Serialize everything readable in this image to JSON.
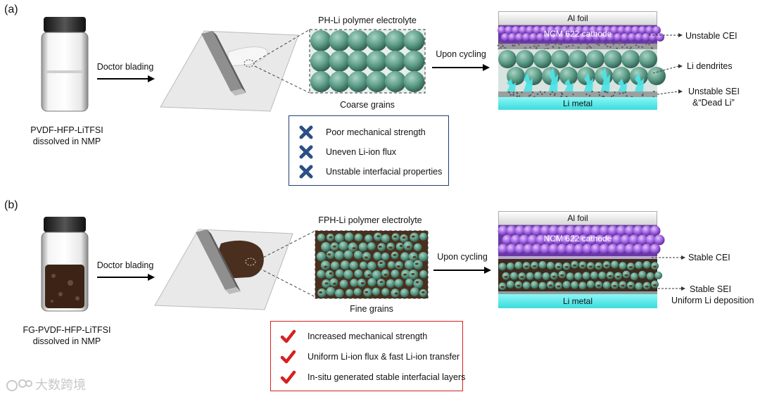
{
  "panel_a": {
    "label": "(a)",
    "jar_caption_1": "PVDF-HFP-LiTFSI",
    "jar_caption_2": "dissolved in NMP",
    "arrow_doctor": "Doctor blading",
    "electrolyte_title": "PH-Li polymer electrolyte",
    "grains": "Coarse grains",
    "arrow_cycling": "Upon cycling",
    "al_foil": "Al foil",
    "cathode": "NCM 622 cathode",
    "li_metal": "Li metal",
    "callout_1": "Unstable CEI",
    "callout_2": "Li dendrites",
    "callout_3a": "Unstable SEI",
    "callout_3b": "&“Dead Li”",
    "features": [
      "Poor mechanical strength",
      "Uneven Li-ion flux",
      "Unstable interfacial properties"
    ],
    "feature_icon": "x-cross-icon",
    "box_color": "#1f3f73"
  },
  "panel_b": {
    "label": "(b)",
    "jar_caption_1": "FG-PVDF-HFP-LiTFSI",
    "jar_caption_2": "dissolved in NMP",
    "arrow_doctor": "Doctor blading",
    "electrolyte_title": "FPH-Li polymer electrolyte",
    "grains": "Fine grains",
    "arrow_cycling": "Upon cycling",
    "al_foil": "Al foil",
    "cathode": "NCM 622 cathode",
    "li_metal": "Li metal",
    "callout_1": "Stable CEI",
    "callout_2a": "Stable SEI",
    "callout_2b": "Uniform Li deposition",
    "features": [
      "Increased mechanical strength",
      "Uniform Li-ion flux & fast Li-ion transfer",
      "In-situ generated stable interfacial layers"
    ],
    "feature_icon": "check-mark-icon",
    "box_color": "#d62020"
  },
  "watermark": "大数跨境",
  "colors": {
    "sphere": "#5f9e8a",
    "cathode": "#8a4fd0",
    "li_metal": "#5ee8e8",
    "dendrite": "#4fe3e6",
    "fg_brown": "#4a2f1e"
  }
}
